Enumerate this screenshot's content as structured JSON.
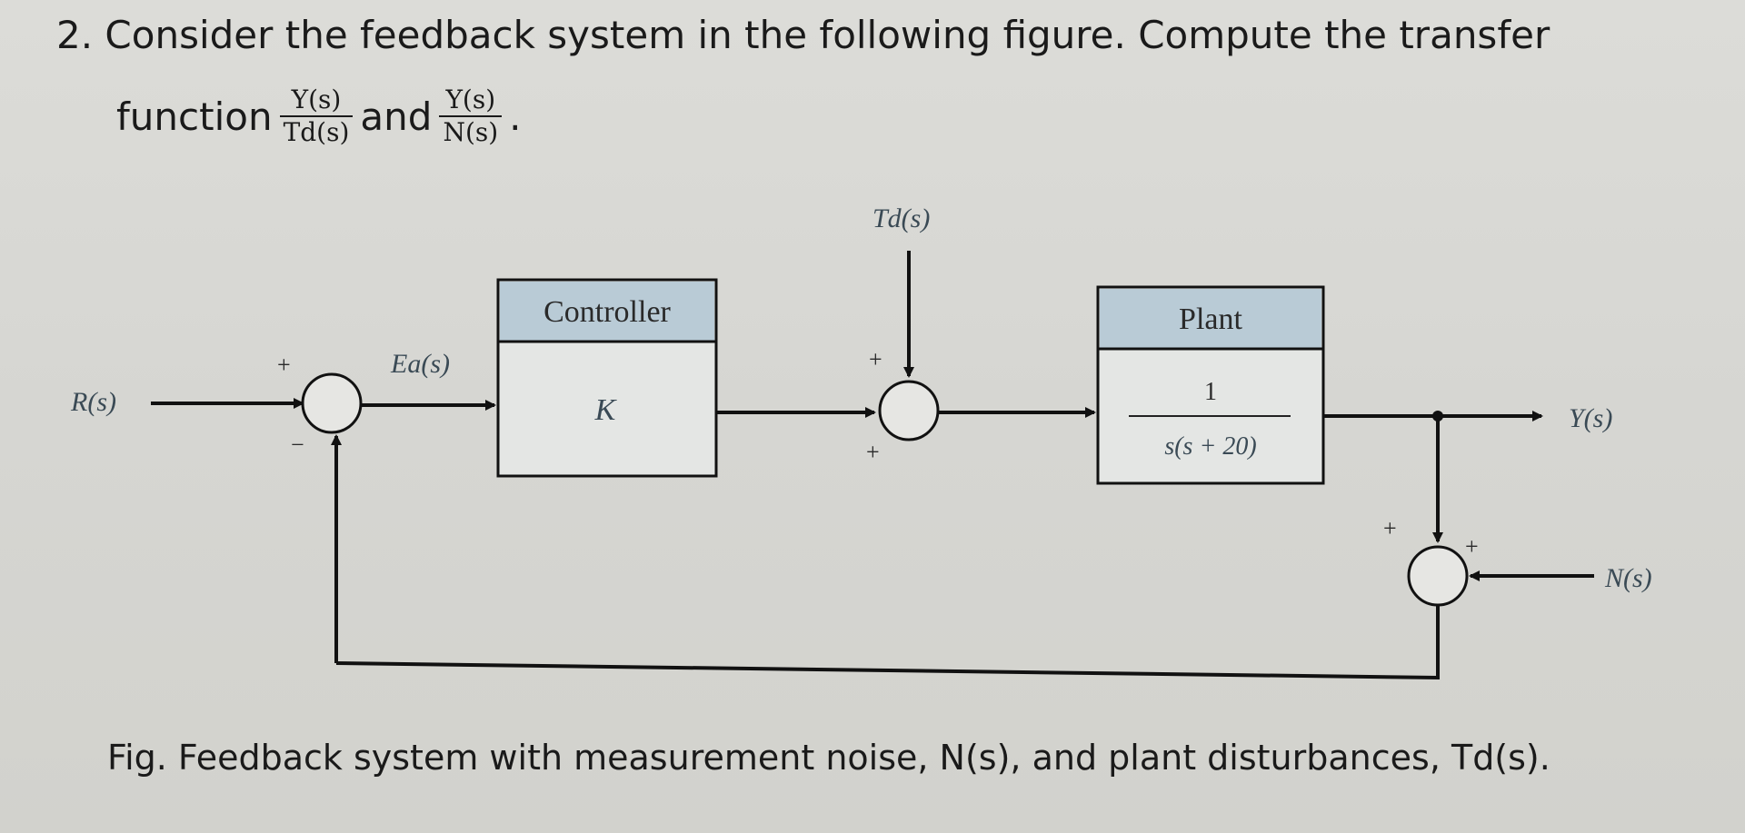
{
  "question": {
    "line1": "2. Consider the feedback system in the following figure. Compute the transfer",
    "line2_prefix": "function",
    "and_word": "and",
    "period": ".",
    "frac1": {
      "num": "Y(s)",
      "den": "Td(s)"
    },
    "frac2": {
      "num": "Y(s)",
      "den": "N(s)"
    }
  },
  "diagram": {
    "input_label": "R(s)",
    "error_label": "Ea(s)",
    "disturbance_label": "Td(s)",
    "output_label": "Y(s)",
    "noise_label": "N(s)",
    "controller": {
      "header": "Controller",
      "gain": "K"
    },
    "plant": {
      "header": "Plant",
      "num": "1",
      "den": "s(s + 20)"
    },
    "signs": {
      "sum1_top": "+",
      "sum1_bottom": "−",
      "sum2_top": "+",
      "sum2_bottom": "+",
      "sum3_left": "+",
      "sum3_right": "+"
    },
    "colors": {
      "block_header": "#b9cbd6",
      "line": "#111111",
      "label": "#3a4a55"
    }
  },
  "caption": "Fig. Feedback system with measurement noise, N(s), and plant disturbances, Td(s)."
}
